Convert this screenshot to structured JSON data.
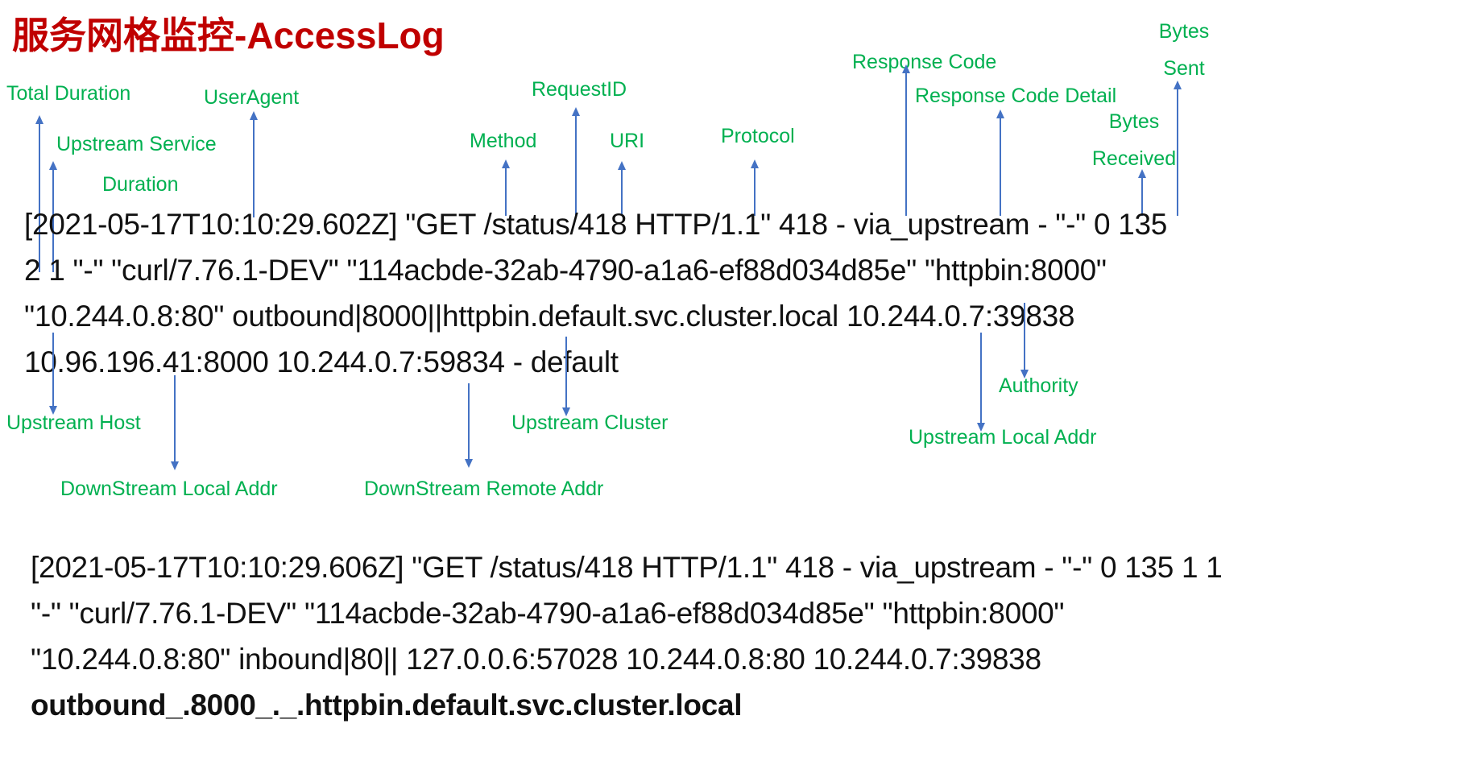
{
  "slide": {
    "title": "服务网格监控-AccessLog"
  },
  "colors": {
    "title": "#C00000",
    "label": "#00B050",
    "arrow": "#4472C4",
    "log_text": "#111111"
  },
  "annotations": {
    "total_duration": "Total Duration",
    "upstream_service": "Upstream Service",
    "duration": "Duration",
    "useragent": "UserAgent",
    "method": "Method",
    "requestid": "RequestID",
    "uri": "URI",
    "protocol": "Protocol",
    "response_code": "Response Code",
    "response_code_detail": "Response Code Detail",
    "bytes_sent": {
      "line1": "Bytes",
      "line2": "Sent"
    },
    "bytes_received": {
      "line1": "Bytes",
      "line2": "Received"
    },
    "upstream_host": "Upstream Host",
    "downstream_local_addr": "DownStream Local Addr",
    "downstream_remote_addr": "DownStream Remote Addr",
    "upstream_cluster": "Upstream Cluster",
    "authority": "Authority",
    "upstream_local_addr": "Upstream Local Addr"
  },
  "access_log_outbound": {
    "lines": [
      "[2021-05-17T10:10:29.602Z] \"GET /status/418 HTTP/1.1\" 418 - via_upstream - \"-\" 0 135",
      "2 1 \"-\" \"curl/7.76.1-DEV\" \"114acbde-32ab-4790-a1a6-ef88d034d85e\" \"httpbin:8000\"",
      "\"10.244.0.8:80\" outbound|8000||httpbin.default.svc.cluster.local 10.244.0.7:39838",
      "10.96.196.41:8000 10.244.0.7:59834 - default"
    ]
  },
  "access_log_inbound": {
    "lines": [
      "[2021-05-17T10:10:29.606Z] \"GET /status/418 HTTP/1.1\" 418 - via_upstream - \"-\" 0 135 1 1",
      "\"-\" \"curl/7.76.1-DEV\" \"114acbde-32ab-4790-a1a6-ef88d034d85e\" \"httpbin:8000\"",
      "\"10.244.0.8:80\" inbound|80|| 127.0.0.6:57028 10.244.0.8:80 10.244.0.7:39838",
      "outbound_.8000_._.httpbin.default.svc.cluster.local"
    ]
  }
}
